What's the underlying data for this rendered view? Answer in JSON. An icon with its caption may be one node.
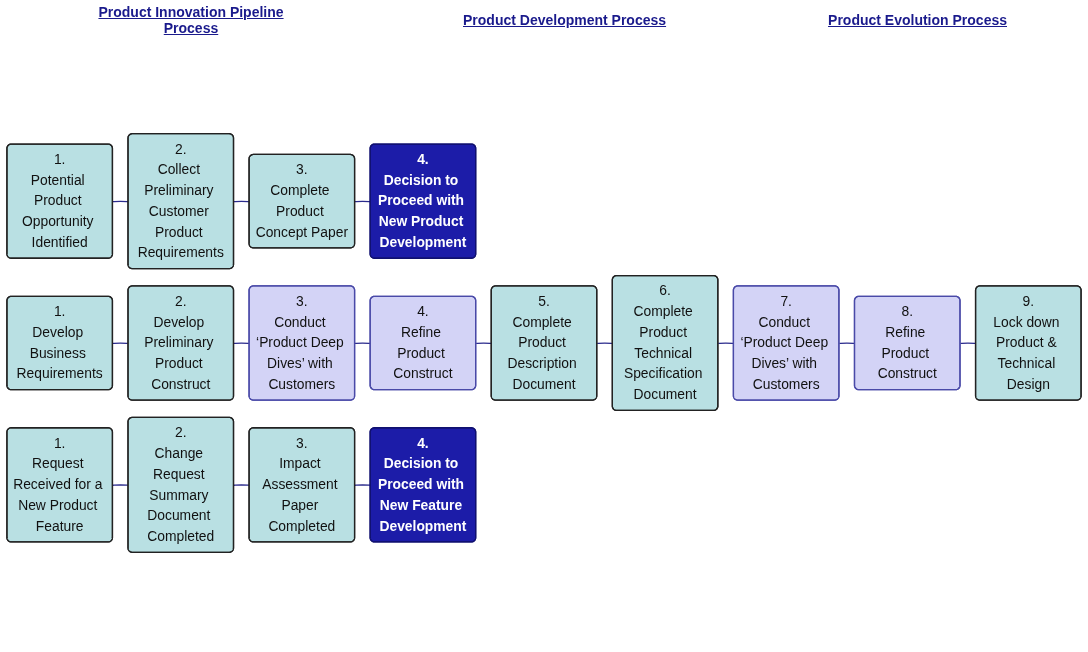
{
  "diagram": {
    "nodes": [
      {
        "text": [
          "1.",
          "Potential Product Opportunity Identified"
        ]
      },
      {
        "text": [
          "2.",
          "Collect Preliminary Customer Product Requirements"
        ]
      },
      {
        "text": [
          "3.",
          "Complete Product Concept Paper"
        ]
      },
      {
        "text": [
          "4.",
          "Decision to Proceed with New Product Development"
        ]
      },
      {
        "text": [
          "1.",
          "Develop Business Requirements"
        ]
      },
      {
        "text": [
          "2.",
          "Develop Preliminary Product Construct"
        ]
      },
      {
        "text": [
          "3.",
          "Conduct ‘Product Deep Dives’ with Customers"
        ]
      },
      {
        "text": [
          "4.",
          "Refine Product Construct"
        ]
      },
      {
        "text": [
          "5.",
          "Complete Product Description Document"
        ]
      },
      {
        "text": [
          "6.",
          "Complete Product Technical Specification Document"
        ]
      },
      {
        "text": [
          "7.",
          "Conduct ‘Product Deep Dives’ with Customers"
        ]
      },
      {
        "text": [
          "8.",
          "Refine Product Construct"
        ]
      },
      {
        "text": [
          "9.",
          "Lock down Product & Technical Design"
        ]
      },
      {
        "text": [
          "1.",
          "Request Received for a New Product Feature"
        ]
      },
      {
        "text": [
          "2.",
          "Change Request Summary Document Completed"
        ]
      },
      {
        "text": [
          "3.",
          "Impact Assessment Paper Completed"
        ]
      },
      {
        "text": [
          "4.",
          "Decision to Proceed with New Feature Development"
        ]
      }
    ],
    "edges": [
      {
        "from": 0,
        "to": 1,
        "arrow": "none"
      },
      {
        "from": 1,
        "to": 2,
        "arrow": "none"
      },
      {
        "from": 2,
        "to": 3,
        "arrow": "none"
      },
      {
        "from": 4,
        "to": 5,
        "arrow": "none"
      },
      {
        "from": 5,
        "to": 6,
        "arrow": "none"
      },
      {
        "from": 6,
        "to": 7,
        "arrow": "none"
      },
      {
        "from": 7,
        "to": 8,
        "arrow": "none"
      },
      {
        "from": 8,
        "to": 9,
        "arrow": "none"
      },
      {
        "from": 9,
        "to": 10,
        "arrow": "none"
      },
      {
        "from": 10,
        "to": 11,
        "arrow": "none"
      },
      {
        "from": 11,
        "to": 12,
        "arrow": "none"
      },
      {
        "from": 13,
        "to": 14,
        "arrow": "none"
      },
      {
        "from": 14,
        "to": 15,
        "arrow": "none"
      },
      {
        "from": 15,
        "to": 16,
        "arrow": "none"
      }
    ],
    "labels": [
      "Product Innovation Pipeline Process",
      "Product Development Process",
      "Product Evolution Process"
    ]
  }
}
